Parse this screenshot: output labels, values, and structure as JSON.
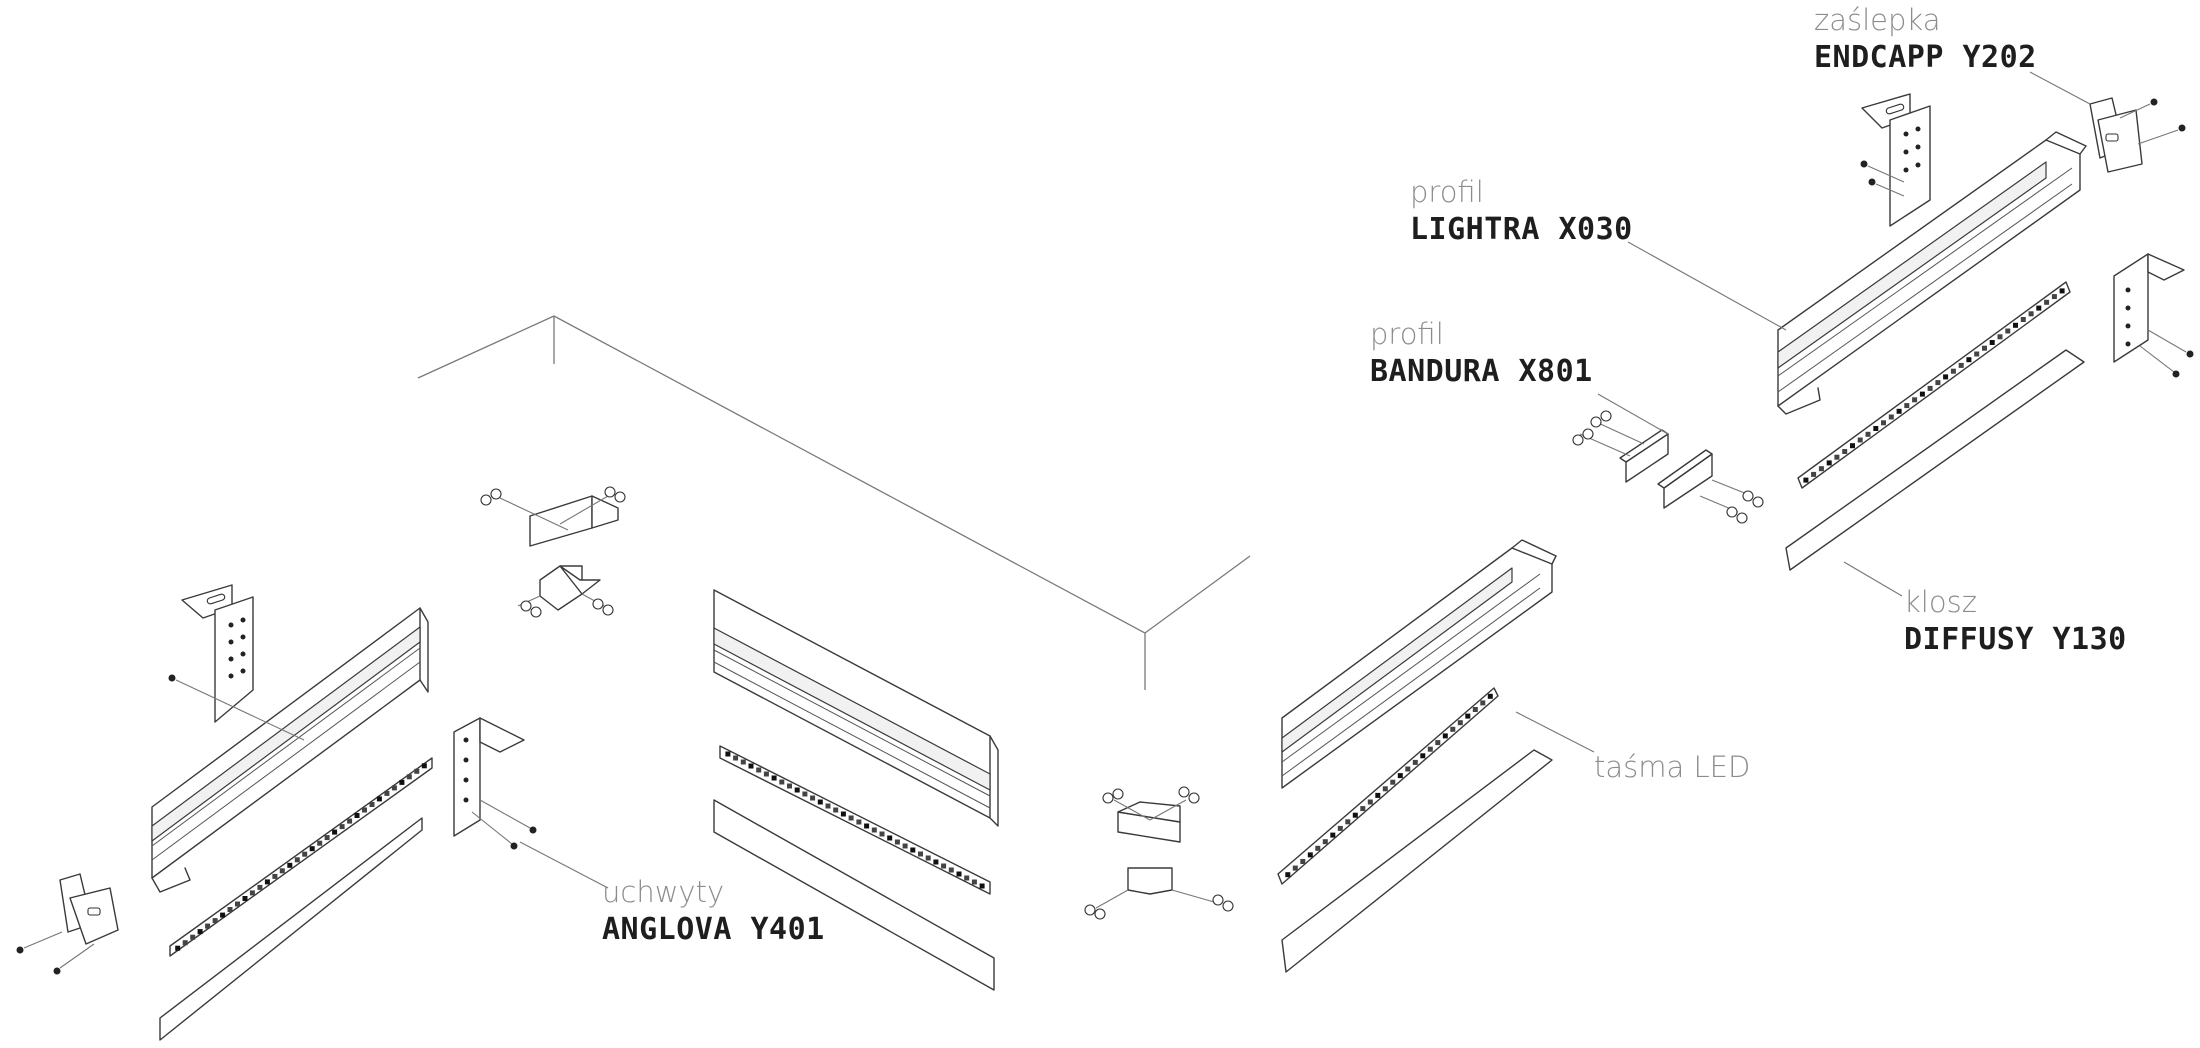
{
  "labels": {
    "endcap": {
      "kind": "zaślepka",
      "model": "ENDCAPP Y202"
    },
    "profile_lightra": {
      "kind": "profil",
      "model": "LIGHTRA X030"
    },
    "profile_bandura": {
      "kind": "profil",
      "model": "BANDURA X801"
    },
    "diffuser": {
      "kind": "klosz",
      "model": "DIFFUSY Y130"
    },
    "led_strip": {
      "kind": "taśma LED"
    },
    "brackets": {
      "kind": "uchwyty",
      "model": "ANGLOVA Y401"
    }
  },
  "colors": {
    "line": "#3a3a3a",
    "label_kind": "#8c8c8c",
    "label_model": "#1e1e1e",
    "background": "#ffffff"
  }
}
